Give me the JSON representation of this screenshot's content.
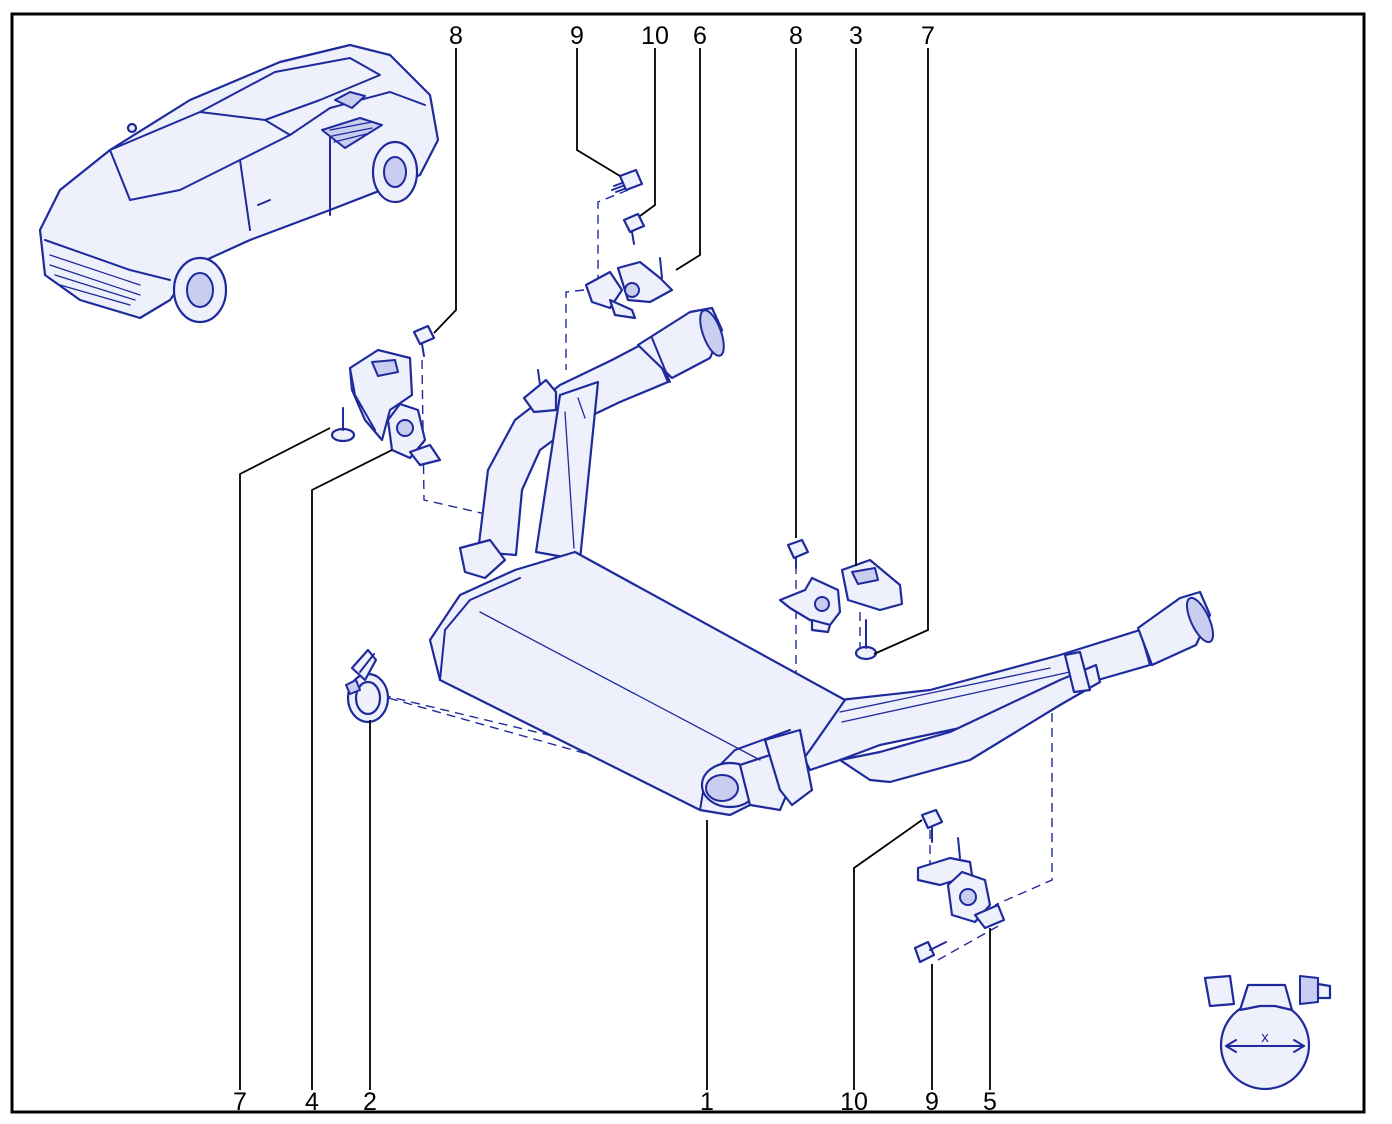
{
  "callouts_top": [
    "8",
    "9",
    "10",
    "6",
    "8",
    "3",
    "7"
  ],
  "callouts_bottom": [
    "7",
    "4",
    "2",
    "1",
    "10",
    "9",
    "5"
  ],
  "clamp_detail": {
    "dimension_label": "x"
  },
  "colors": {
    "line_art": "#1f2a9c",
    "frame": "#000000",
    "fill": "#eef0fb"
  }
}
